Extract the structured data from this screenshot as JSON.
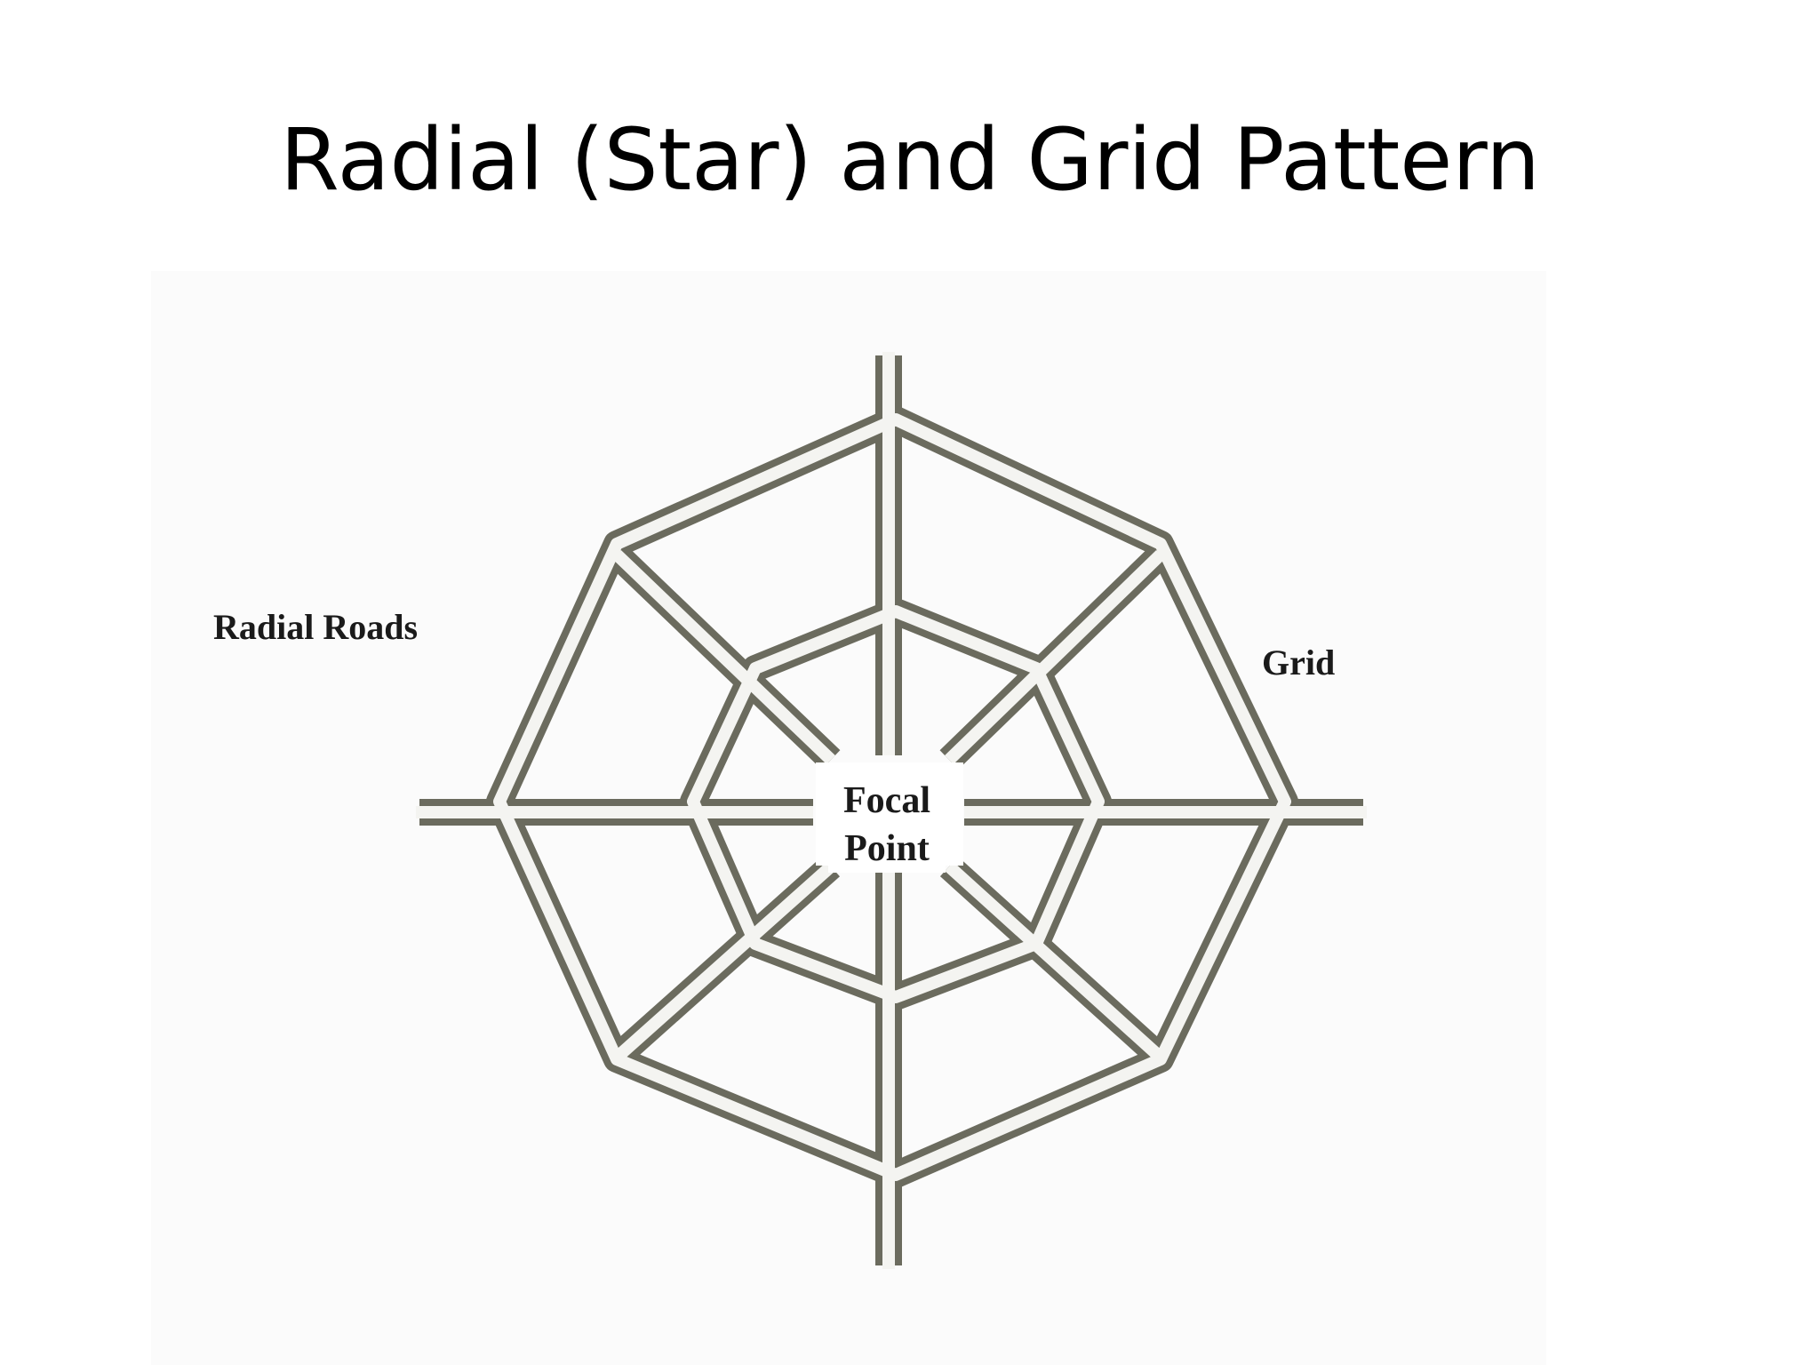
{
  "title": "Radial (Star) and Grid Pattern",
  "diagram": {
    "labels": {
      "radial_roads": "Radial Roads",
      "grid": "Grid",
      "focal_line1": "Focal",
      "focal_line2": "Point"
    },
    "colors": {
      "road_edge": "#6b6b5e",
      "road_fill": "#f4f4f1",
      "background": "#fbfbfb"
    }
  }
}
